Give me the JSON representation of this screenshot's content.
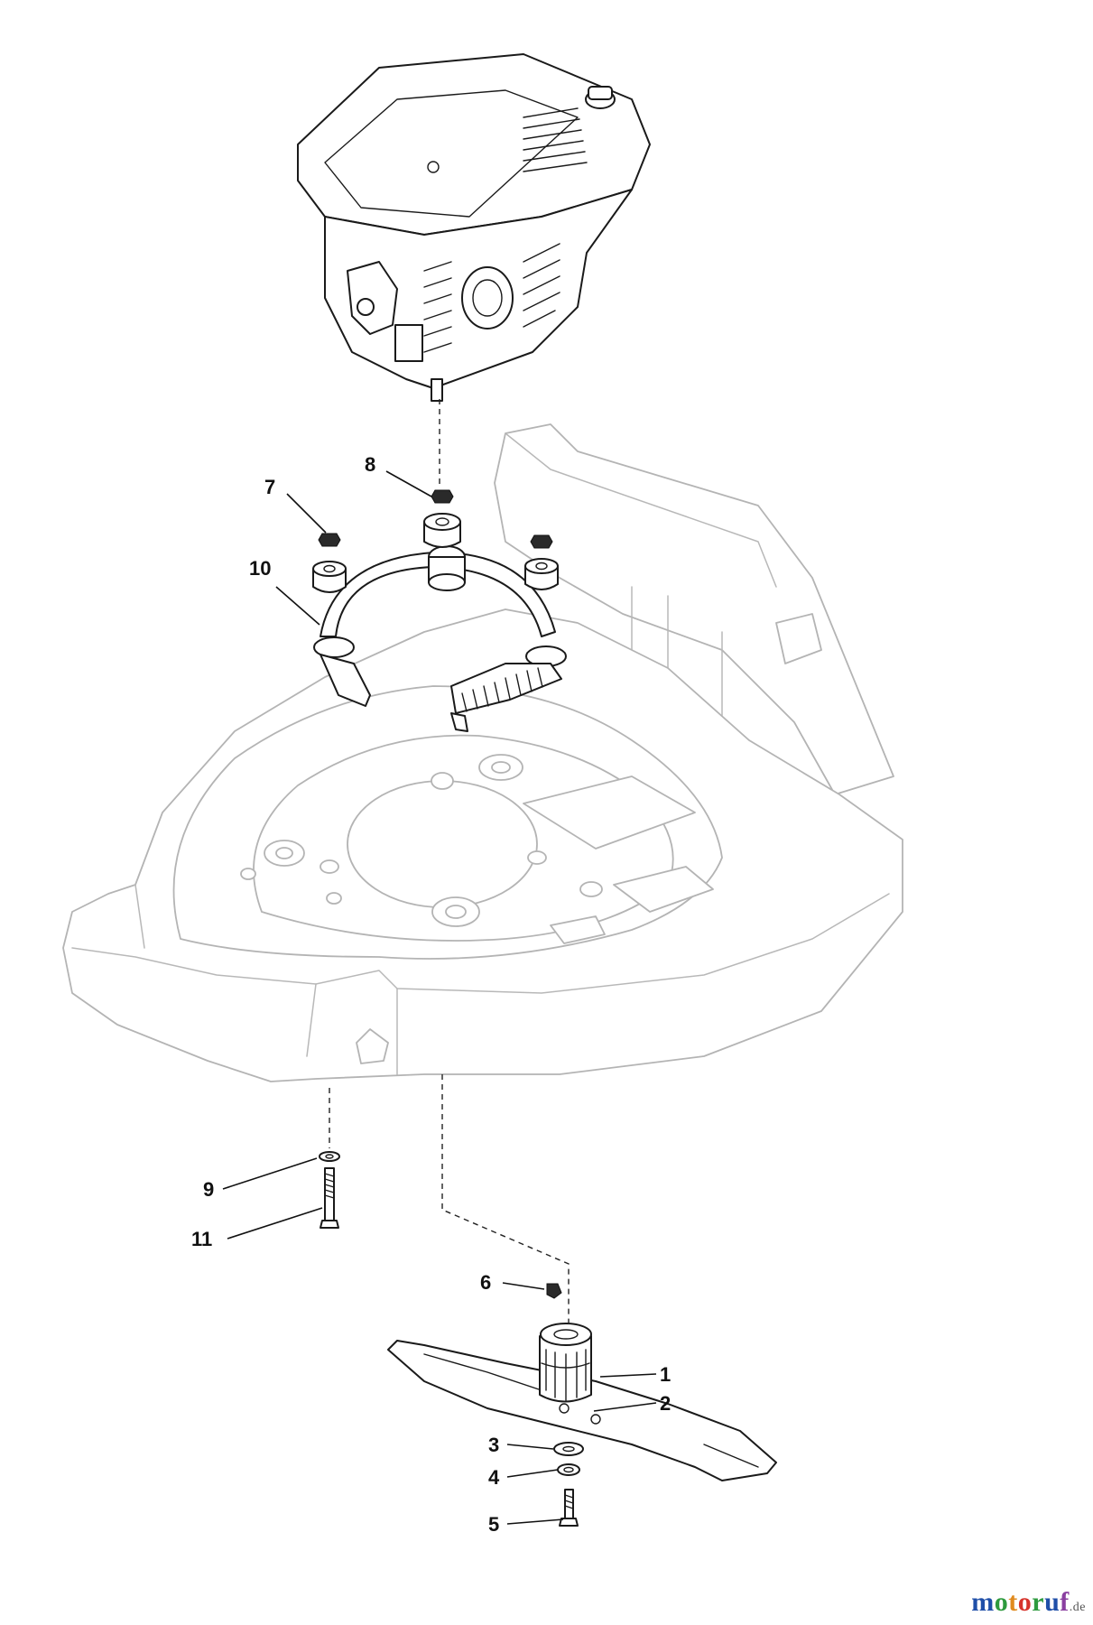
{
  "callouts": [
    {
      "id": "1",
      "label": "1"
    },
    {
      "id": "2",
      "label": "2"
    },
    {
      "id": "3",
      "label": "3"
    },
    {
      "id": "4",
      "label": "4"
    },
    {
      "id": "5",
      "label": "5"
    },
    {
      "id": "6",
      "label": "6"
    },
    {
      "id": "7",
      "label": "7"
    },
    {
      "id": "8",
      "label": "8"
    },
    {
      "id": "9",
      "label": "9"
    },
    {
      "id": "10",
      "label": "10"
    },
    {
      "id": "11",
      "label": "11"
    }
  ],
  "watermark": {
    "brand": "motoruf",
    "suffix": ".de",
    "letter_colors": [
      "#1f4fa8",
      "#2e9a3e",
      "#e08a1e",
      "#d6332b",
      "#2e9a3e",
      "#1f4fa8",
      "#8a3fa0"
    ]
  }
}
